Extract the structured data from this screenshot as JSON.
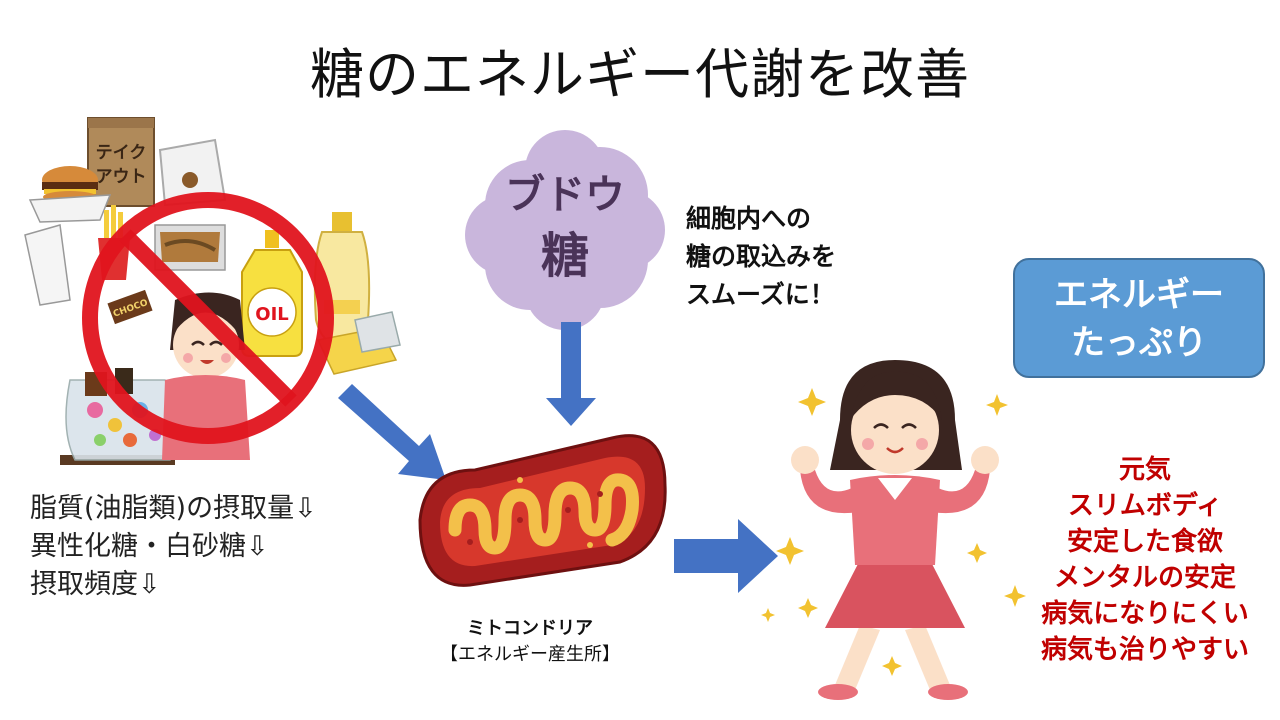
{
  "title": "糖のエネルギー代謝を改善",
  "left_list": [
    "脂質(油脂類)の摂取量⇩",
    "異性化糖・白砂糖⇩",
    "摂取頻度⇩"
  ],
  "sugar_cloud": {
    "line1": "ブドウ",
    "line2": "糖"
  },
  "uptake_text": [
    "細胞内への",
    "糖の取込みを",
    "スムーズに！"
  ],
  "energy_box": [
    "エネルギー",
    "たっぷり"
  ],
  "mitochondria": {
    "name": "ミトコンドリア",
    "subtitle": "【エネルギー産生所】"
  },
  "benefits": [
    "元気",
    "スリムボディ",
    "安定した食欲",
    "メンタルの安定",
    "病気になりにくい",
    "病気も治りやすい"
  ],
  "food_labels": {
    "takeout": "テイク アウト",
    "oil": "OIL",
    "choco": "CHOCO"
  },
  "colors": {
    "arrow": "#4472c4",
    "prohibit": "#e0141e",
    "cloud": "#c9b6dc",
    "benefit_text": "#c00000",
    "box": "#5b9bd5"
  }
}
